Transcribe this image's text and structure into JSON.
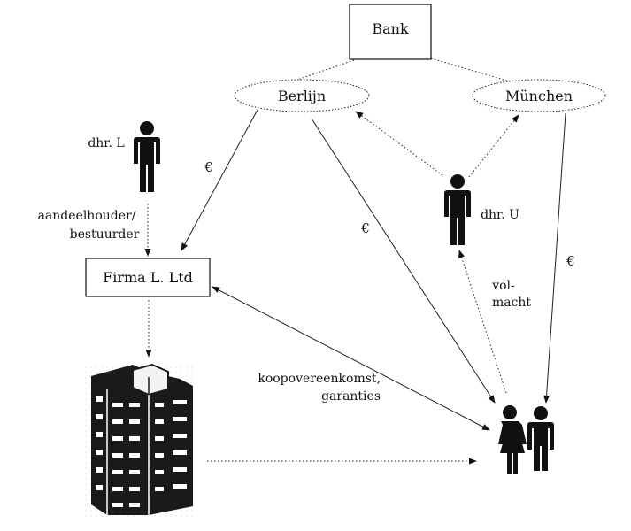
{
  "nodes": {
    "bank": "Bank",
    "berlin": "Berlijn",
    "munich": "München",
    "firm": "Firma L. Ltd",
    "person_l": "dhr. L",
    "person_u": "dhr. U"
  },
  "edges": {
    "shareholder": [
      "aandeelhouder/",
      "bestuurder"
    ],
    "euro": "€",
    "proxy": [
      "vol-",
      "macht"
    ],
    "purchase": [
      "koopovereenkomst,",
      "garanties"
    ]
  },
  "colors": {
    "ink": "#111111",
    "line": "#222222",
    "building_dark": "#1a1a1a",
    "building_light": "#ffffff"
  }
}
